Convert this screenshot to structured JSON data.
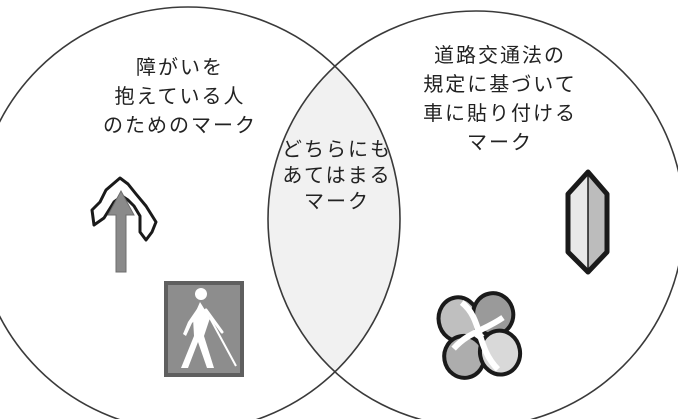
{
  "diagram": {
    "left_set": {
      "lines": [
        "障がいを",
        "抱えている人",
        "のためのマーク"
      ],
      "marks": [
        "helping-hand-arrow-mark",
        "blind-person-mark"
      ]
    },
    "intersection": {
      "lines": [
        "どちらにも",
        "あてはまる",
        "マーク"
      ]
    },
    "right_set": {
      "lines": [
        "道路交通法の",
        "規定に基づいて",
        "車に貼り付ける",
        "マーク"
      ],
      "marks": [
        "beginner-driver-mark",
        "senior-driver-mark"
      ]
    }
  },
  "colors": {
    "outline": "#3a3a3a",
    "intersection_fill": "#f1f1f1",
    "arrow_fill": "#8a8a8a",
    "blind_mark_frame": "#5f5f5f",
    "blind_mark_bg": "#8d8d8d",
    "beginner_left": "#e8e8e8",
    "beginner_right": "#bcbcbc",
    "senior_petal_1": "#bfbfbf",
    "senior_petal_2": "#9a9a9a",
    "senior_petal_3": "#d9d9d9",
    "senior_petal_4": "#adadad"
  }
}
